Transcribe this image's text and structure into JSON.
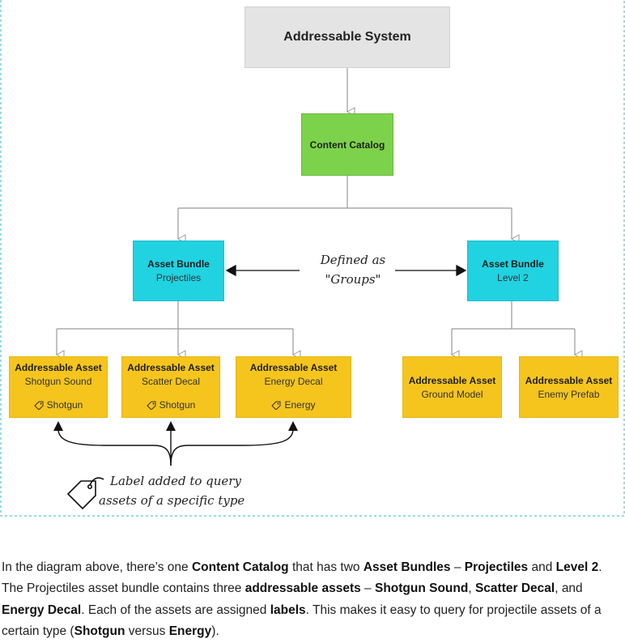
{
  "diagram": {
    "system": {
      "title": "Addressable System"
    },
    "catalog": {
      "title": "Content Catalog"
    },
    "bundles": [
      {
        "title": "Asset Bundle",
        "sub": "Projectiles"
      },
      {
        "title": "Asset Bundle",
        "sub": "Level 2"
      }
    ],
    "groups_note": {
      "line1": "Defined as",
      "line2": "\"Groups\""
    },
    "assets": [
      {
        "title": "Addressable Asset",
        "sub": "Shotgun Sound",
        "tag": "Shotgun"
      },
      {
        "title": "Addressable Asset",
        "sub": "Scatter Decal",
        "tag": "Shotgun"
      },
      {
        "title": "Addressable Asset",
        "sub": "Energy Decal",
        "tag": "Energy"
      },
      {
        "title": "Addressable Asset",
        "sub": "Ground Model"
      },
      {
        "title": "Addressable Asset",
        "sub": "Enemy Prefab"
      }
    ],
    "label_note": {
      "line1": "Label added to query",
      "line2": "assets of a specific type"
    },
    "colors": {
      "system": "#e4e4e4",
      "catalog": "#7dd24b",
      "bundle": "#21d2e0",
      "asset": "#f5c51e",
      "border": "#4fc6d8",
      "connector": "#9a9a9a"
    }
  },
  "caption": {
    "t1": "In the diagram above, there’s one ",
    "b1": "Content Catalog",
    "t2": " that has two ",
    "b2": "Asset Bundles",
    "t3": " – ",
    "b3": "Projectiles",
    "t4": " and ",
    "b4": "Level 2",
    "t5": ". The Projectiles asset bundle contains three ",
    "b5": "addressable assets",
    "t6": " – ",
    "b6": "Shotgun Sound",
    "t7": ", ",
    "b7": "Scatter Decal",
    "t8": ", and ",
    "b8": "Energy Decal",
    "t9": ". Each of the assets are assigned ",
    "b9": "labels",
    "t10": ". This makes it easy to query for projectile assets of a certain type (",
    "b10": "Shotgun",
    "t11": " versus ",
    "b11": "Energy",
    "t12": ")."
  }
}
